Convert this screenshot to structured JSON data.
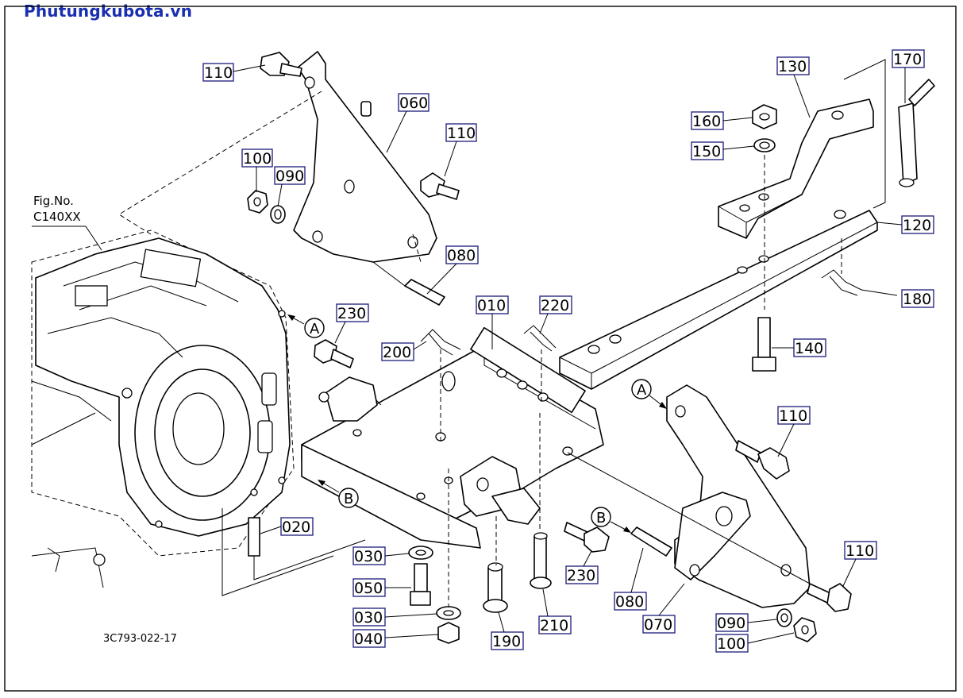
{
  "watermark": "Phutungkubota.vn",
  "figure_reference": {
    "line1": "Fig.No.",
    "line2": "C140XX"
  },
  "drawing_number": "3C793-022-17",
  "view_markers": [
    "A",
    "A",
    "B",
    "B"
  ],
  "callouts": [
    {
      "label": "110"
    },
    {
      "label": "060"
    },
    {
      "label": "110"
    },
    {
      "label": "100"
    },
    {
      "label": "090"
    },
    {
      "label": "080"
    },
    {
      "label": "230"
    },
    {
      "label": "010"
    },
    {
      "label": "220"
    },
    {
      "label": "200"
    },
    {
      "label": "130"
    },
    {
      "label": "170"
    },
    {
      "label": "160"
    },
    {
      "label": "150"
    },
    {
      "label": "120"
    },
    {
      "label": "180"
    },
    {
      "label": "140"
    },
    {
      "label": "110"
    },
    {
      "label": "020"
    },
    {
      "label": "030"
    },
    {
      "label": "050"
    },
    {
      "label": "030"
    },
    {
      "label": "040"
    },
    {
      "label": "190"
    },
    {
      "label": "210"
    },
    {
      "label": "230"
    },
    {
      "label": "080"
    },
    {
      "label": "070"
    },
    {
      "label": "090"
    },
    {
      "label": "100"
    },
    {
      "label": "110"
    }
  ]
}
